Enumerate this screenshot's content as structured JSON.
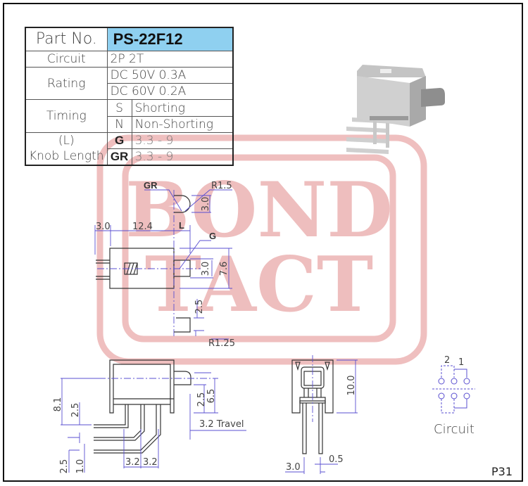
{
  "spec_table": {
    "part_no_label": "Part No.",
    "part_no_value": "PS-22F12",
    "circuit_label": "Circuit",
    "circuit_value": "2P 2T",
    "rating_label": "Rating",
    "rating_values": [
      "DC 50V 0.3A",
      "DC 60V 0.2A"
    ],
    "timing_label": "Timing",
    "timing_rows": [
      {
        "code": "S",
        "value": "Shorting"
      },
      {
        "code": "N",
        "value": "Non-Shorting"
      }
    ],
    "knob_label_top": "(L)",
    "knob_label_bottom": "Knob Length",
    "knob_rows": [
      {
        "code": "G",
        "value": "3.3 - 9"
      },
      {
        "code": "GR",
        "value": "3.3 - 9"
      }
    ]
  },
  "watermark": {
    "line1": "BOND",
    "line2": "TACT",
    "color": "#e9a9a9"
  },
  "top_view": {
    "gr": "GR",
    "r15": "R1.5",
    "gr_height": "3.0",
    "dim_30": "3.0",
    "dim_124": "12.4",
    "l": "L",
    "g": "G",
    "knob_height": "3.0",
    "body_height": "7.6",
    "dim_25": "2.5",
    "r125": "R1.25"
  },
  "side_view": {
    "dim_81": "8.1",
    "dim_25a": "2.5",
    "dim_25b": "2.5",
    "dim_10": "1.0",
    "pitch1": "3.2",
    "pitch2": "3.2",
    "dim_25c": "2.5",
    "dim_65": "6.5",
    "travel": "3.2 Travel"
  },
  "front_view": {
    "height": "10.0",
    "dim_30": "3.0",
    "dim_05": "0.5"
  },
  "circuit_diagram": {
    "pole2": "2",
    "pole1": "1",
    "caption": "Circuit"
  },
  "page_number": "P31",
  "colors": {
    "header_bg": "#8fd0f0",
    "dimension": "#5a4fd0",
    "watermark": "#e9a9a9"
  }
}
